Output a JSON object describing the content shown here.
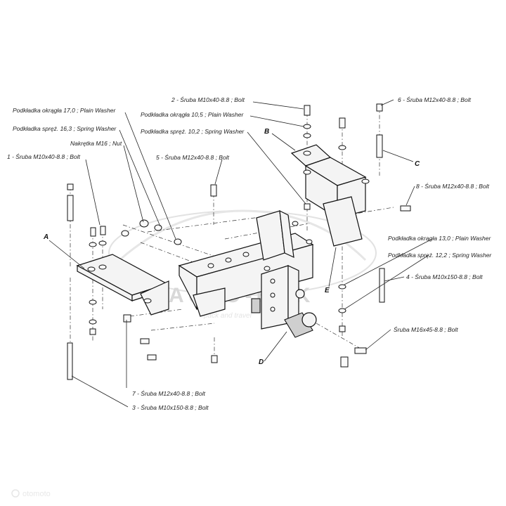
{
  "callouts": [
    {
      "id": "c-bolt-2",
      "text": "2 - Śruba M10x40-8.8 ;  Bolt"
    },
    {
      "id": "c-bolt-6",
      "text": "6 - Śruba M12x40-8.8 ;  Bolt"
    },
    {
      "id": "c-washer-17",
      "text": "Podkładka okrągła 17,0 ;  Plain Washer"
    },
    {
      "id": "c-washer-105",
      "text": "Podkładka okrągła 10,5 ;  Plain Washer"
    },
    {
      "id": "c-spring-163",
      "text": "Podkładka spręż. 16,3 ; Spring Washer"
    },
    {
      "id": "c-spring-102",
      "text": "Podkładka spręż. 10,2 ; Spring Washer"
    },
    {
      "id": "c-nut-16",
      "text": "Nakrętka  M16 ;  Nut"
    },
    {
      "id": "c-bolt-1",
      "text": "1 - Śruba M10x40-8.8 ;  Bolt"
    },
    {
      "id": "c-bolt-5",
      "text": "5 - Śruba M12x40-8.8 ;  Bolt"
    },
    {
      "id": "c-bolt-8",
      "text": "8 - Śruba M12x40-8.8 ;  Bolt"
    },
    {
      "id": "c-washer-13",
      "text": "Podkładka okrągła 13,0 ;  Plain Washer"
    },
    {
      "id": "c-spring-122",
      "text": "Podkładka spręż. 12,2 ; Spring Washer"
    },
    {
      "id": "c-bolt-4",
      "text": "4 - Śruba M10x150-8.8 ;  Bolt"
    },
    {
      "id": "c-bolt-m16",
      "text": "Śruba M16x45-8.8 ;  Bolt"
    },
    {
      "id": "c-bolt-7",
      "text": "7 - Śruba M12x40-8.8 ;  Bolt"
    },
    {
      "id": "c-bolt-3",
      "text": "3 - Śruba M10x150-8.8 ;  Bolt"
    }
  ],
  "parts": {
    "a": "A",
    "b": "B",
    "c": "C",
    "d": "D",
    "e": "E"
  },
  "watermark": {
    "brand": "AUTO-HAK",
    "sub": "pack and travel"
  },
  "overlay": {
    "site": "otomoto"
  },
  "colors": {
    "line": "#222222",
    "metal": "#f4f4f4",
    "background": "#ffffff"
  }
}
